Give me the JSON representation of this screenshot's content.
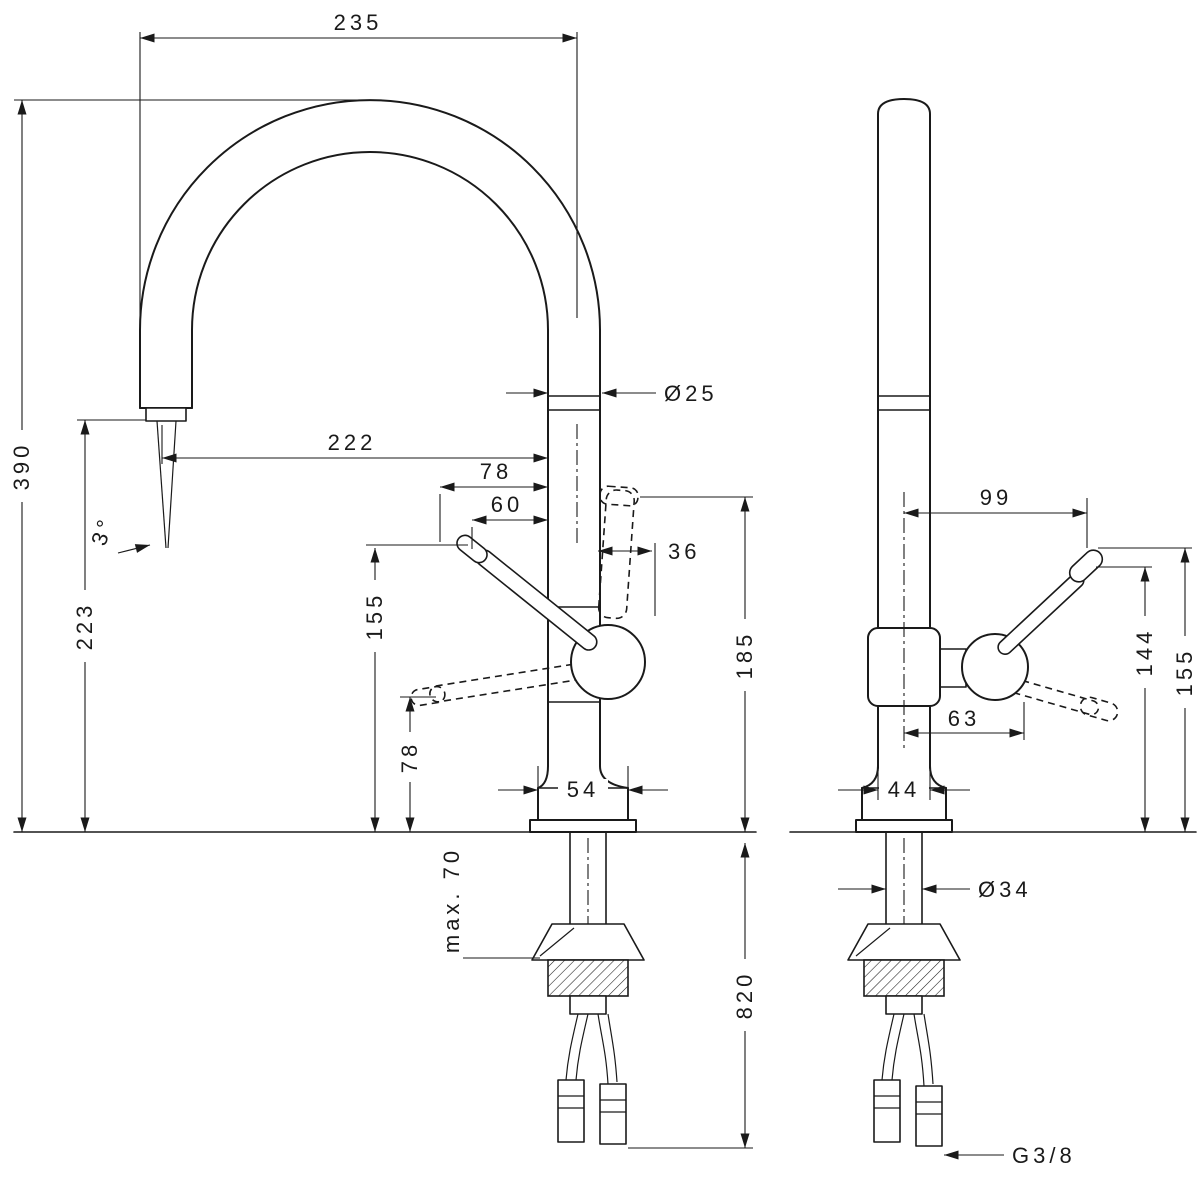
{
  "drawing": {
    "type": "technical-dimension-drawing",
    "subject": "single-lever kitchen faucet, front and side elevations with mounting hardware",
    "colors": {
      "line": "#1a1a1a",
      "background": "#ffffff"
    },
    "front_view": {
      "spout_width": "235",
      "total_height": "390",
      "spout_outlet_height": "223",
      "outlet_angle": "3°",
      "spout_reach": "222",
      "handle_offset_a": "78",
      "handle_offset_b": "60",
      "pipe_diameter": "Ø25",
      "handle_width": "36",
      "handle_top_height": "185",
      "lever_height": "155",
      "lever_low_height": "78",
      "base_width": "54",
      "max_counter_thickness": "max. 70",
      "hose_length": "820"
    },
    "side_view": {
      "depth": "99",
      "lever_pivot_height": "144",
      "lever_top_height": "155",
      "handle_depth": "63",
      "base_depth": "44",
      "shank_diameter": "Ø34",
      "hose_thread": "G3/8"
    }
  }
}
